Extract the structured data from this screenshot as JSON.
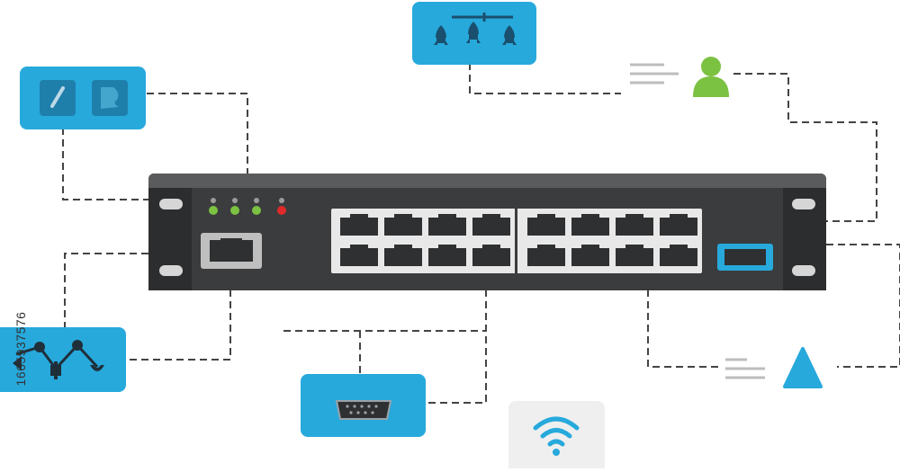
{
  "watermark_id": "1665937576",
  "colors": {
    "tile_blue": "#27a9dc",
    "switch_body": "#3b3c3e",
    "switch_frame": "#4b4c4e",
    "port_panel": "#e8e8e8",
    "led_green": "#7bc142",
    "led_red": "#e02a2a",
    "user_green": "#7bc142",
    "dash_line": "#444444"
  },
  "icons": {
    "top_tile": "rockets-icon",
    "left_tile": [
      "usb-stick-icon",
      "document-icon"
    ],
    "bottom_left_tile": "network-nodes-icon",
    "bottom_tile": "serial-port-icon",
    "wifi_tile": "wifi-icon",
    "user": "user-icon",
    "warning": "triangle-icon"
  },
  "switch": {
    "leds": [
      "green",
      "green",
      "green",
      "red"
    ],
    "rj45_ports": 16,
    "uplink_port": "rj45",
    "sfp_port": "sfp"
  }
}
